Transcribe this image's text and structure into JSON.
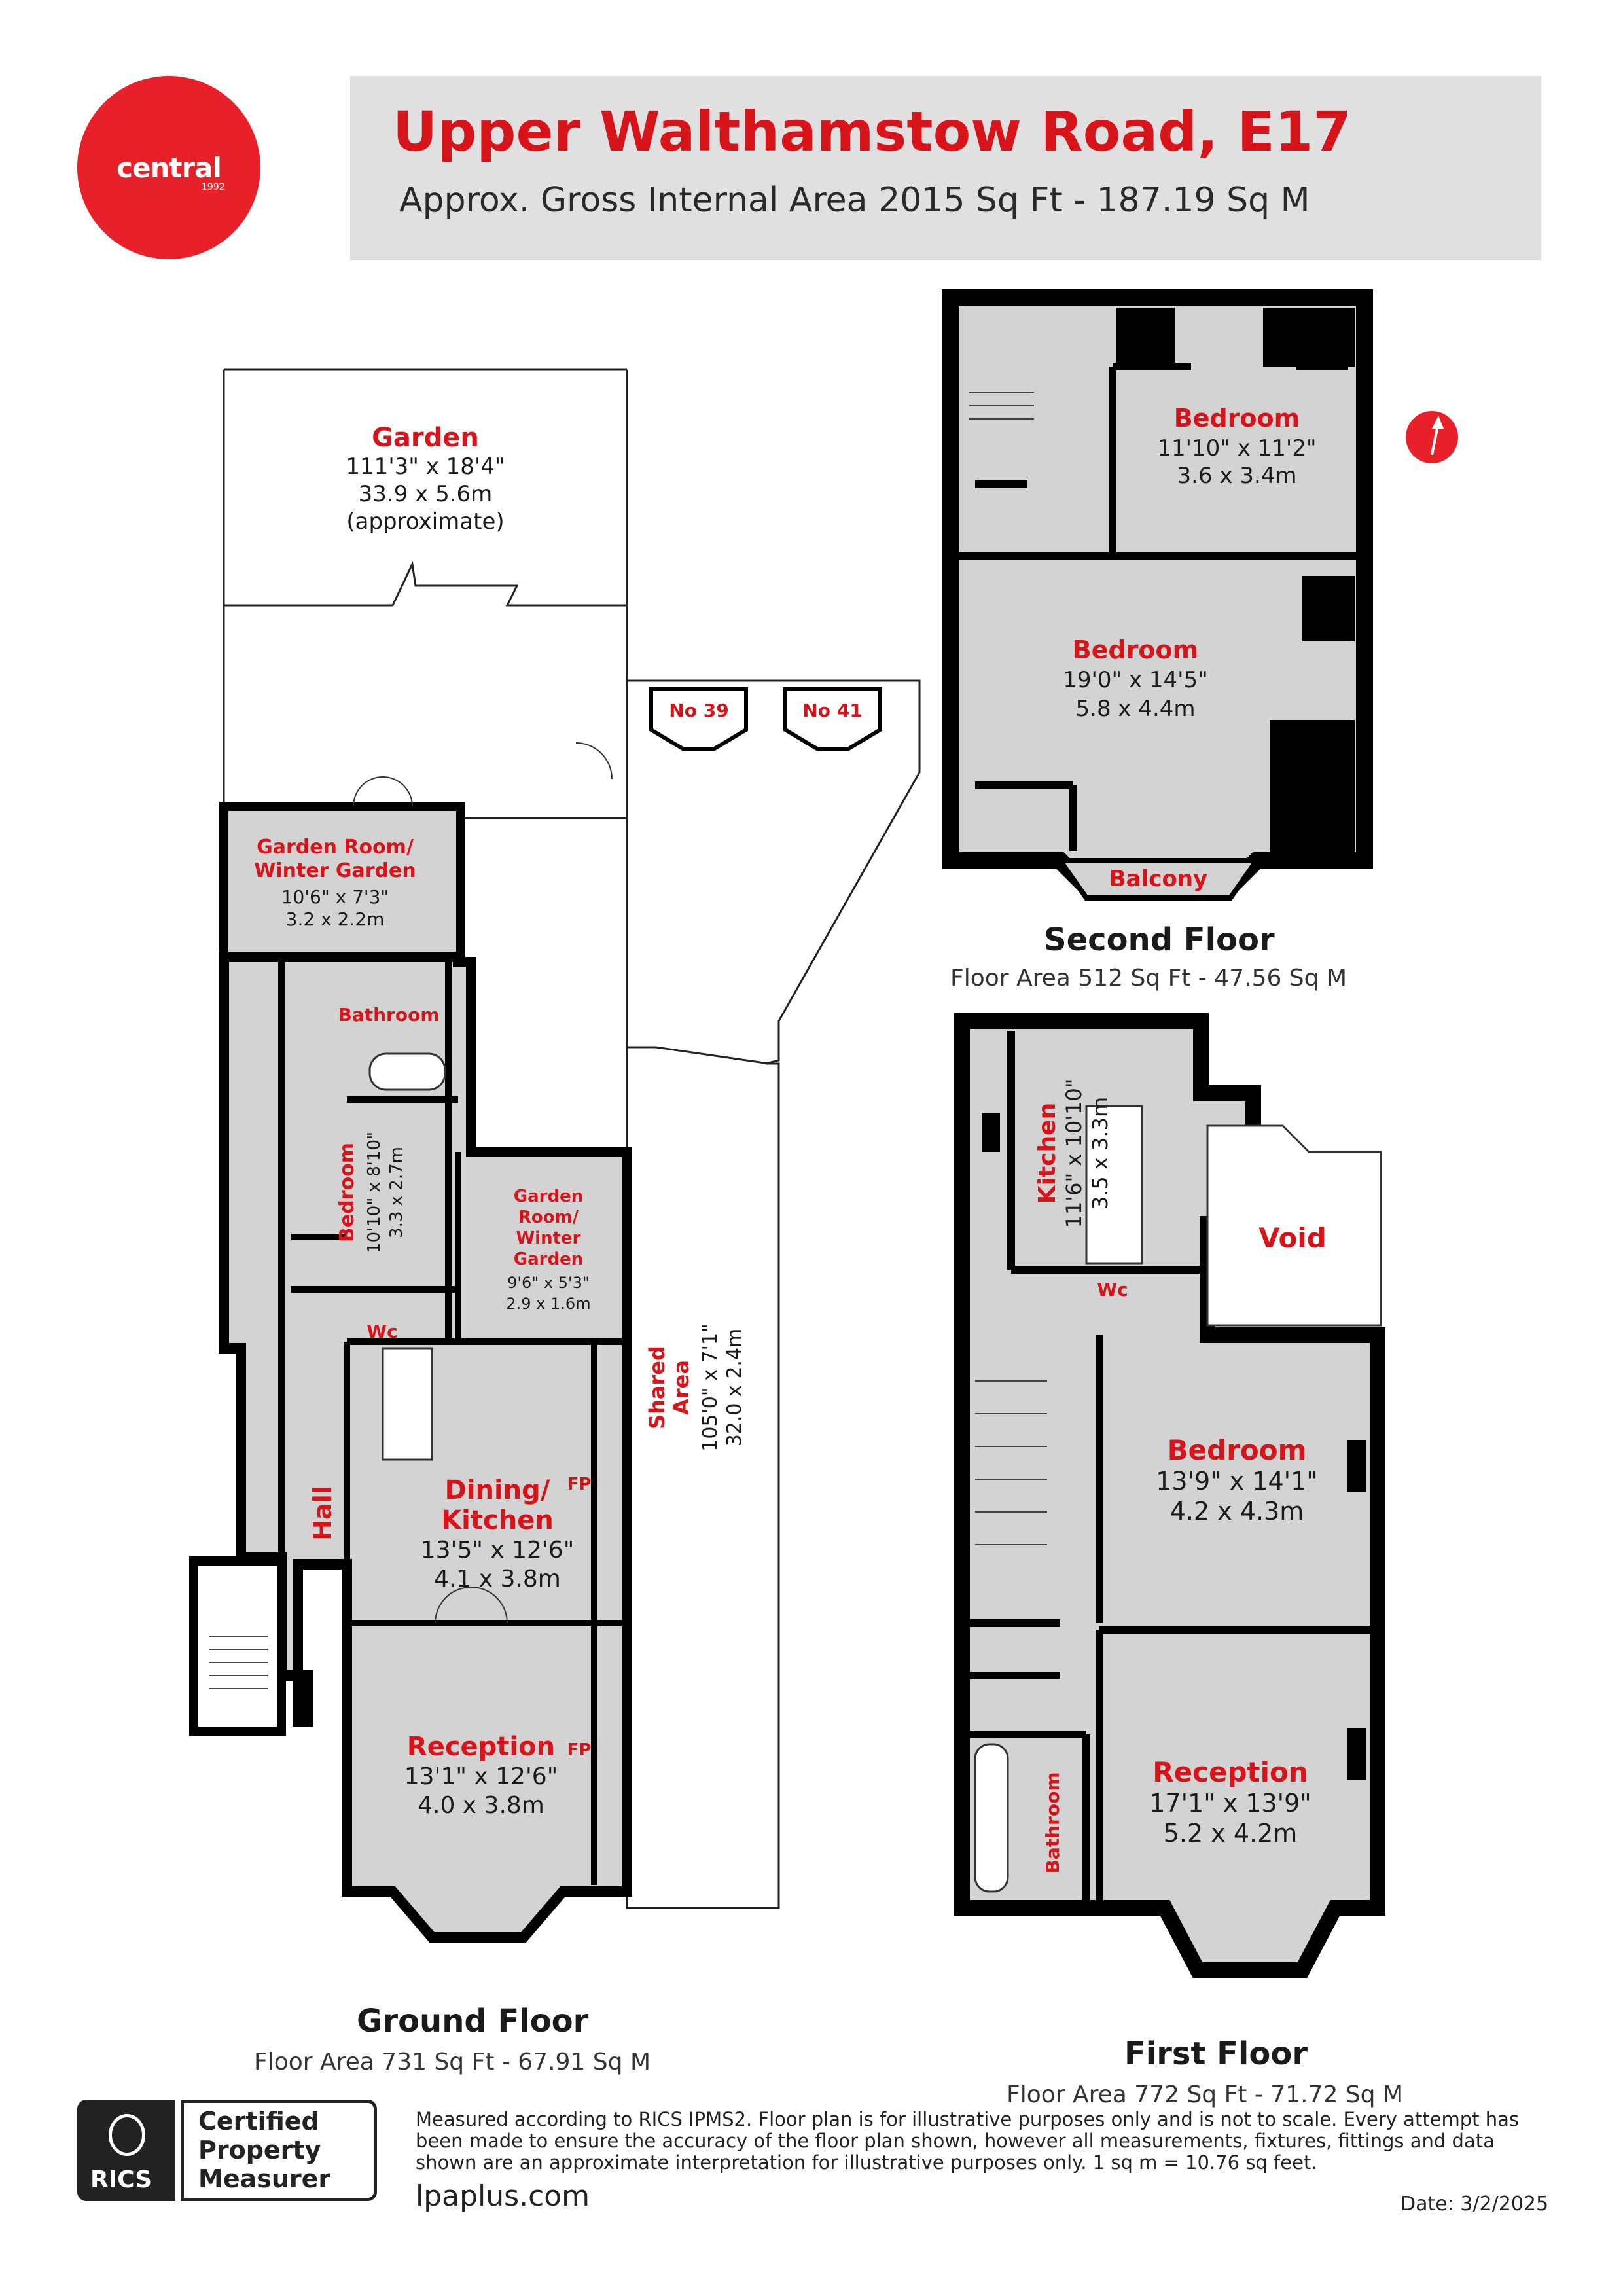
{
  "brand": {
    "name": "central",
    "year": "1992",
    "color": "#e8202a"
  },
  "header": {
    "title": "Upper Walthamstow Road, E17",
    "subtitle": "Approx. Gross Internal Area 2015 Sq Ft - 187.19 Sq M"
  },
  "colors": {
    "accent": "#d7141a",
    "room_fill": "#d3d3d3",
    "wall": "#000000",
    "header_bg": "#e0e0e0"
  },
  "compass": {
    "label": "N",
    "icon": "north-arrow-icon"
  },
  "ground_floor": {
    "name": "Ground Floor",
    "area": "Floor Area 731 Sq Ft - 67.91 Sq M",
    "rooms": {
      "garden": {
        "name": "Garden",
        "dim1": "111'3\" x 18'4\"",
        "dim2": "33.9 x 5.6m",
        "note": "(approximate)"
      },
      "garden_room": {
        "name1": "Garden Room/",
        "name2": "Winter Garden",
        "dim1": "10'6\" x 7'3\"",
        "dim2": "3.2 x 2.2m"
      },
      "bathroom": {
        "name": "Bathroom"
      },
      "bedroom": {
        "name": "Bedroom",
        "dim1": "10'10\" x 8'10\"",
        "dim2": "3.3 x 2.7m"
      },
      "garden_room_small": {
        "name1": "Garden",
        "name2": "Room/",
        "name3": "Winter",
        "name4": "Garden",
        "dim1": "9'6\" x 5'3\"",
        "dim2": "2.9 x 1.6m"
      },
      "wc": {
        "name": "Wc"
      },
      "hall": {
        "name": "Hall"
      },
      "dining_kitchen": {
        "name1": "Dining/",
        "name2": "Kitchen",
        "dim1": "13'5\" x 12'6\"",
        "dim2": "4.1 x 3.8m",
        "fp": "FP"
      },
      "reception": {
        "name": "Reception",
        "dim1": "13'1\" x 12'6\"",
        "dim2": "4.0 x 3.8m",
        "fp": "FP"
      },
      "shared_area": {
        "name1": "Shared",
        "name2": "Area",
        "dim1": "105'0\" x 7'1\"",
        "dim2": "32.0 x 2.4m"
      },
      "no39": {
        "name": "No 39"
      },
      "no41": {
        "name": "No 41"
      }
    }
  },
  "second_floor": {
    "name": "Second Floor",
    "area": "Floor Area 512 Sq Ft - 47.56 Sq M",
    "rooms": {
      "bedroom1": {
        "name": "Bedroom",
        "dim1": "11'10\" x 11'2\"",
        "dim2": "3.6 x 3.4m"
      },
      "bedroom2": {
        "name": "Bedroom",
        "dim1": "19'0\" x 14'5\"",
        "dim2": "5.8 x 4.4m"
      },
      "balcony": {
        "name": "Balcony"
      }
    }
  },
  "first_floor": {
    "name": "First Floor",
    "area": "Floor Area 772 Sq Ft - 71.72 Sq M",
    "rooms": {
      "kitchen": {
        "name": "Kitchen",
        "dim1": "11'6\" x 10'10\"",
        "dim2": "3.5 x 3.3m"
      },
      "void": {
        "name": "Void"
      },
      "wc": {
        "name": "Wc"
      },
      "bedroom": {
        "name": "Bedroom",
        "dim1": "13'9\" x 14'1\"",
        "dim2": "4.2 x 4.3m"
      },
      "reception": {
        "name": "Reception",
        "dim1": "17'1\" x 13'9\"",
        "dim2": "5.2 x 4.2m"
      },
      "bathroom": {
        "name": "Bathroom"
      }
    }
  },
  "footer": {
    "rics": {
      "word": "RICS",
      "line1": "Certified",
      "line2": "Property",
      "line3": "Measurer"
    },
    "disclaimer": "Measured according to RICS IPMS2. Floor plan is for illustrative purposes only and is not to scale. Every attempt has been made to ensure the accuracy of the floor plan shown, however all measurements, fixtures, fittings and data shown are an approximate interpretation for illustrative purposes only. 1 sq m = 10.76 sq feet.",
    "website": "lpaplus.com",
    "date": "Date: 3/2/2025"
  }
}
